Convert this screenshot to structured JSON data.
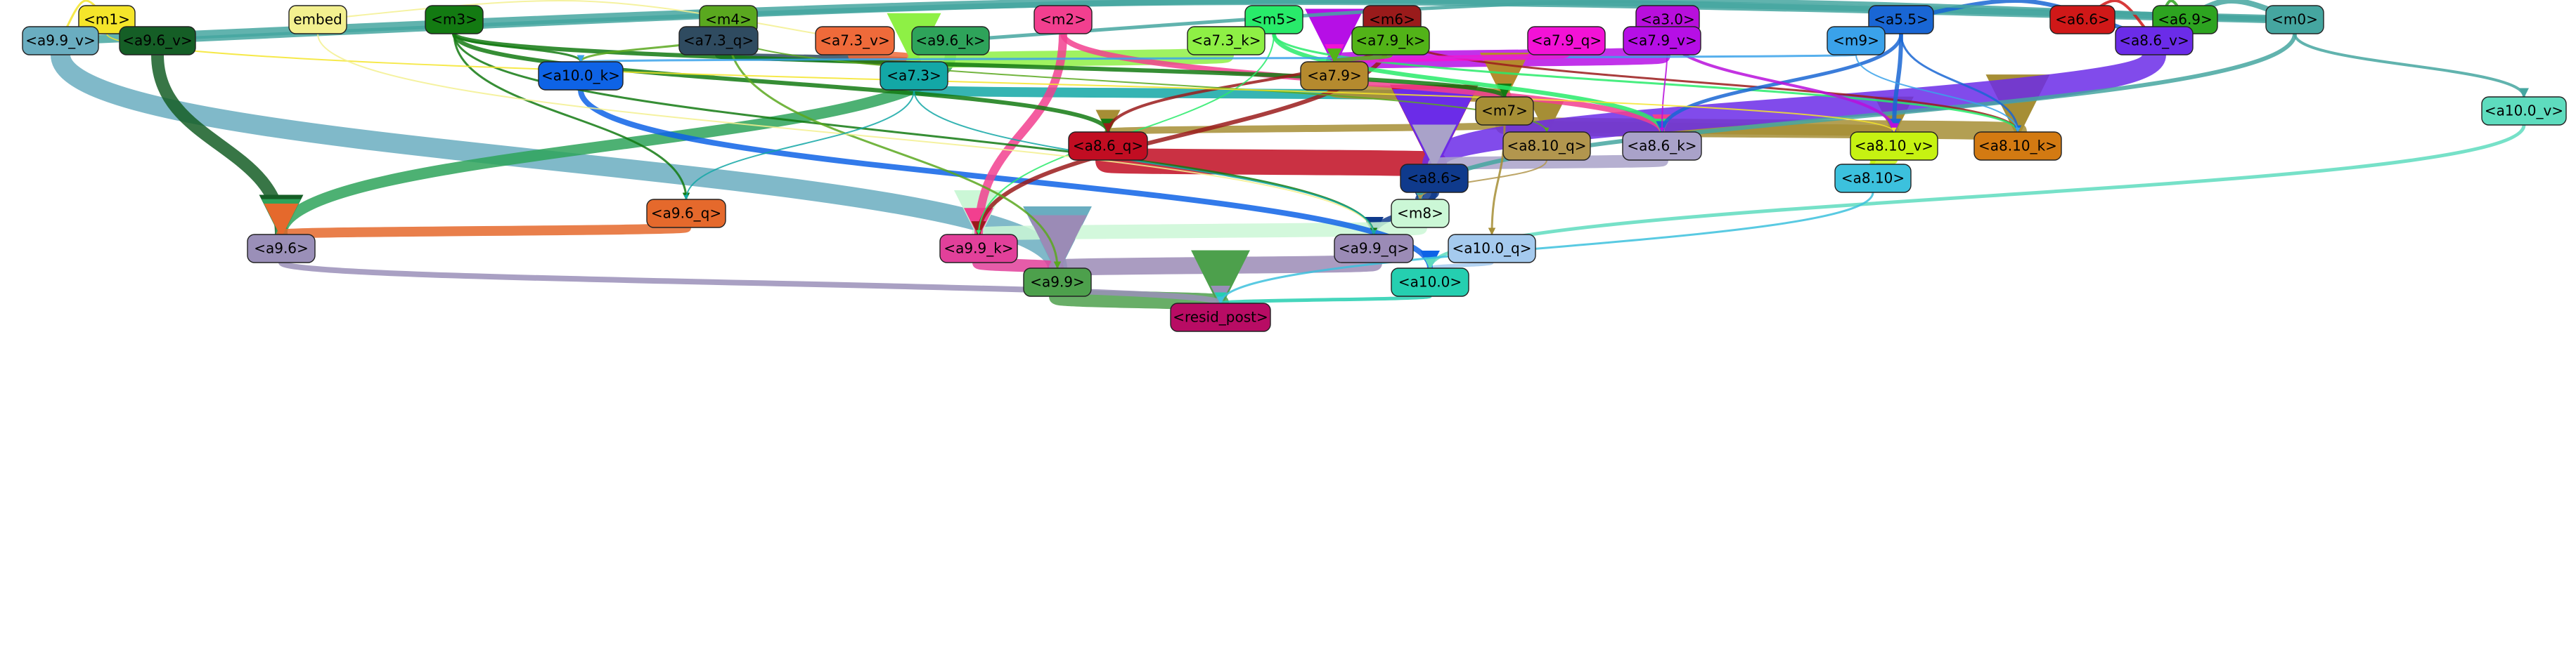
{
  "nodes": [
    {
      "id": "m1",
      "label": "<m1>",
      "fill": "#f5e52a",
      "text": "#000000"
    },
    {
      "id": "embed",
      "label": "embed",
      "fill": "#f3f08f",
      "text": "#000000"
    },
    {
      "id": "m3",
      "label": "<m3>",
      "fill": "#137a12",
      "text": "#000000"
    },
    {
      "id": "m4",
      "label": "<m4>",
      "fill": "#5aa81f",
      "text": "#000000"
    },
    {
      "id": "m2",
      "label": "<m2>",
      "fill": "#f23f8f",
      "text": "#000000"
    },
    {
      "id": "m5",
      "label": "<m5>",
      "fill": "#28eb6a",
      "text": "#000000"
    },
    {
      "id": "m6",
      "label": "<m6>",
      "fill": "#9a1b1b",
      "text": "#000000"
    },
    {
      "id": "a3_0",
      "label": "<a3.0>",
      "fill": "#b80fdc",
      "text": "#000000"
    },
    {
      "id": "a5_5",
      "label": "<a5.5>",
      "fill": "#1966d4",
      "text": "#000000"
    },
    {
      "id": "a6_6",
      "label": "<a6.6>",
      "fill": "#d01818",
      "text": "#000000"
    },
    {
      "id": "a6_9",
      "label": "<a6.9>",
      "fill": "#2da420",
      "text": "#000000"
    },
    {
      "id": "m0",
      "label": "<m0>",
      "fill": "#45a6a0",
      "text": "#000000"
    },
    {
      "id": "a9_9_v",
      "label": "<a9.9_v>",
      "fill": "#6aadc0",
      "text": "#000000"
    },
    {
      "id": "a9_6_v",
      "label": "<a9.6_v>",
      "fill": "#155e26",
      "text": "#000000"
    },
    {
      "id": "a7_3_q",
      "label": "<a7.3_q>",
      "fill": "#2f4b60",
      "text": "#000000"
    },
    {
      "id": "a7_3_v",
      "label": "<a7.3_v>",
      "fill": "#ef6a3a",
      "text": "#000000"
    },
    {
      "id": "a9_6_k",
      "label": "<a9.6_k>",
      "fill": "#2ea35a",
      "text": "#000000"
    },
    {
      "id": "a7_3_k",
      "label": "<a7.3_k>",
      "fill": "#8ef045",
      "text": "#000000"
    },
    {
      "id": "a7_9_k",
      "label": "<a7.9_k>",
      "fill": "#52b318",
      "text": "#000000"
    },
    {
      "id": "a7_9_q",
      "label": "<a7.9_q>",
      "fill": "#f312d6",
      "text": "#000000"
    },
    {
      "id": "a7_9_v",
      "label": "<a7.9_v>",
      "fill": "#b60fe6",
      "text": "#000000"
    },
    {
      "id": "m9",
      "label": "<m9>",
      "fill": "#3aa2ea",
      "text": "#000000"
    },
    {
      "id": "a8_6_v",
      "label": "<a8.6_v>",
      "fill": "#6b2ce8",
      "text": "#000000"
    },
    {
      "id": "a10_0_k",
      "label": "<a10.0_k>",
      "fill": "#0e63e6",
      "text": "#000000"
    },
    {
      "id": "a7_3",
      "label": "<a7.3>",
      "fill": "#13a7a6",
      "text": "#000000"
    },
    {
      "id": "a7_9",
      "label": "<a7.9>",
      "fill": "#b58a2e",
      "text": "#000000"
    },
    {
      "id": "m7",
      "label": "<m7>",
      "fill": "#a68e35",
      "text": "#000000"
    },
    {
      "id": "a10_0_v",
      "label": "<a10.0_v>",
      "fill": "#5edcbe",
      "text": "#000000"
    },
    {
      "id": "a8_6_q",
      "label": "<a8.6_q>",
      "fill": "#c10d22",
      "text": "#000000"
    },
    {
      "id": "a8_10_q",
      "label": "<a8.10_q>",
      "fill": "#b2964e",
      "text": "#000000"
    },
    {
      "id": "a8_6_k",
      "label": "<a8.6_k>",
      "fill": "#a9a2c9",
      "text": "#000000"
    },
    {
      "id": "a8_10_v",
      "label": "<a8.10_v>",
      "fill": "#c6f212",
      "text": "#000000"
    },
    {
      "id": "a8_10_k",
      "label": "<a8.10_k>",
      "fill": "#d37a12",
      "text": "#000000"
    },
    {
      "id": "a8_6",
      "label": "<a8.6>",
      "fill": "#0f3a8c",
      "text": "#000000"
    },
    {
      "id": "a8_10",
      "label": "<a8.10>",
      "fill": "#3cc1dd",
      "text": "#000000"
    },
    {
      "id": "a9_6_q",
      "label": "<a9.6_q>",
      "fill": "#e5692c",
      "text": "#000000"
    },
    {
      "id": "m8",
      "label": "<m8>",
      "fill": "#cbf7d6",
      "text": "#000000"
    },
    {
      "id": "a9_6",
      "label": "<a9.6>",
      "fill": "#9a8fb8",
      "text": "#000000"
    },
    {
      "id": "a9_9_k",
      "label": "<a9.9_k>",
      "fill": "#e2409a",
      "text": "#000000"
    },
    {
      "id": "a9_9_q",
      "label": "<a9.9_q>",
      "fill": "#9b8bb6",
      "text": "#000000"
    },
    {
      "id": "a10_0_q",
      "label": "<a10.0_q>",
      "fill": "#a5caee",
      "text": "#000000"
    },
    {
      "id": "a9_9",
      "label": "<a9.9>",
      "fill": "#4da04c",
      "text": "#000000"
    },
    {
      "id": "a10_0",
      "label": "<a10.0>",
      "fill": "#25cfb0",
      "text": "#000000"
    },
    {
      "id": "resid_post",
      "label": "<resid_post>",
      "fill": "#b80c64",
      "text": "#000000"
    }
  ],
  "edges": [
    {
      "from": "a9_9_v",
      "to": "a9_9",
      "color": "#6aadc0",
      "weight": 28
    },
    {
      "from": "a9_6_v",
      "to": "a9_6",
      "color": "#155e26",
      "weight": 18
    },
    {
      "from": "a9_6_k",
      "to": "a9_6",
      "color": "#2ea35a",
      "weight": 16
    },
    {
      "from": "a9_6_q",
      "to": "a9_6",
      "color": "#e5692c",
      "weight": 14
    },
    {
      "from": "a7_3_q",
      "to": "a7_3",
      "color": "#2f4b60",
      "weight": 10
    },
    {
      "from": "a7_3_v",
      "to": "a7_3",
      "color": "#ef6a3a",
      "weight": 20
    },
    {
      "from": "a7_3_k",
      "to": "a7_3",
      "color": "#8ef045",
      "weight": 22
    },
    {
      "from": "a7_3",
      "to": "m7",
      "color": "#13a7a6",
      "weight": 14
    },
    {
      "from": "a7_9_v",
      "to": "a7_9",
      "color": "#b60fe6",
      "weight": 24
    },
    {
      "from": "a7_9",
      "to": "m7",
      "color": "#b58a2e",
      "weight": 20
    },
    {
      "from": "m7",
      "to": "a8_10_k",
      "color": "#a68e35",
      "weight": 26
    },
    {
      "from": "m7",
      "to": "a8_10_v",
      "color": "#a68e35",
      "weight": 16
    },
    {
      "from": "m7",
      "to": "a8_10_q",
      "color": "#a68e35",
      "weight": 14
    },
    {
      "from": "m7",
      "to": "a8_6_q",
      "color": "#a68e35",
      "weight": 10
    },
    {
      "from": "a8_6_q",
      "to": "a8_6",
      "color": "#c10d22",
      "weight": 36
    },
    {
      "from": "a8_6_v",
      "to": "a8_6",
      "color": "#6b2ce8",
      "weight": 34
    },
    {
      "from": "a8_6_k",
      "to": "a8_6",
      "color": "#a9a2c9",
      "weight": 18
    },
    {
      "from": "a8_6",
      "to": "m8",
      "color": "#0f3a8c",
      "weight": 14
    },
    {
      "from": "a8_6",
      "to": "a9_9_q",
      "color": "#0f3a8c",
      "weight": 8
    },
    {
      "from": "m8",
      "to": "a9_9_k",
      "color": "#cbf7d6",
      "weight": 20
    },
    {
      "from": "a9_9_k",
      "to": "a9_9",
      "color": "#e2409a",
      "weight": 18
    },
    {
      "from": "a9_9_q",
      "to": "a9_9",
      "color": "#9b8bb6",
      "weight": 24
    },
    {
      "from": "a9_9",
      "to": "resid_post",
      "color": "#4da04c",
      "weight": 24
    },
    {
      "from": "a9_6",
      "to": "resid_post",
      "color": "#9a8fb8",
      "weight": 8
    },
    {
      "from": "a10_0",
      "to": "resid_post",
      "color": "#25cfb0",
      "weight": 5
    },
    {
      "from": "a10_0_q",
      "to": "a10_0",
      "color": "#a5caee",
      "weight": 5
    },
    {
      "from": "a10_0_k",
      "to": "a10_0",
      "color": "#0e63e6",
      "weight": 8
    },
    {
      "from": "a10_0_v",
      "to": "a10_0",
      "color": "#5edcbe",
      "weight": 5
    },
    {
      "from": "a8_10",
      "to": "resid_post",
      "color": "#3cc1dd",
      "weight": 3
    },
    {
      "from": "a8_10_v",
      "to": "a8_10",
      "color": "#c6f212",
      "weight": 10
    },
    {
      "from": "m2",
      "to": "a9_9_k",
      "color": "#f23f8f",
      "weight": 12
    },
    {
      "from": "m2",
      "to": "a8_6_k",
      "color": "#f23f8f",
      "weight": 8
    },
    {
      "from": "m0",
      "to": "a9_9_v",
      "color": "#45a6a0",
      "weight": 12
    },
    {
      "from": "m0",
      "to": "a9_6_v",
      "color": "#45a6a0",
      "weight": 8
    },
    {
      "from": "m0",
      "to": "a8_6_v",
      "color": "#45a6a0",
      "weight": 8
    },
    {
      "from": "m0",
      "to": "a10_0_v",
      "color": "#45a6a0",
      "weight": 4
    },
    {
      "from": "m0",
      "to": "m8",
      "color": "#45a6a0",
      "weight": 6
    },
    {
      "from": "m3",
      "to": "a8_6_q",
      "color": "#137a12",
      "weight": 6
    },
    {
      "from": "m3",
      "to": "m7",
      "color": "#137a12",
      "weight": 6
    },
    {
      "from": "m3",
      "to": "a9_6_q",
      "color": "#137a12",
      "weight": 3
    },
    {
      "from": "m3",
      "to": "a9_9_q",
      "color": "#137a12",
      "weight": 3
    },
    {
      "from": "m3",
      "to": "a10_0_k",
      "color": "#137a12",
      "weight": 3
    },
    {
      "from": "m6",
      "to": "a9_9_k",
      "color": "#9a1b1b",
      "weight": 6
    },
    {
      "from": "m6",
      "to": "a8_6_q",
      "color": "#9a1b1b",
      "weight": 4
    },
    {
      "from": "m6",
      "to": "a8_10_k",
      "color": "#9a1b1b",
      "weight": 3
    },
    {
      "from": "m5",
      "to": "a8_6_k",
      "color": "#28eb6a",
      "weight": 6
    },
    {
      "from": "m5",
      "to": "a9_9_k",
      "color": "#28eb6a",
      "weight": 2
    },
    {
      "from": "m5",
      "to": "a8_10_k",
      "color": "#28eb6a",
      "weight": 3
    },
    {
      "from": "a5_5",
      "to": "a8_10_v",
      "color": "#1966d4",
      "weight": 6
    },
    {
      "from": "a5_5",
      "to": "a8_6_k",
      "color": "#1966d4",
      "weight": 5
    },
    {
      "from": "a5_5",
      "to": "a8_6_v",
      "color": "#1966d4",
      "weight": 6
    },
    {
      "from": "a5_5",
      "to": "a8_10_k",
      "color": "#1966d4",
      "weight": 3
    },
    {
      "from": "a3_0",
      "to": "a8_10_v",
      "color": "#b80fdc",
      "weight": 4
    },
    {
      "from": "a3_0",
      "to": "a8_6_k",
      "color": "#b80fdc",
      "weight": 2
    },
    {
      "from": "a6_6",
      "to": "a8_6_v",
      "color": "#d01818",
      "weight": 4
    },
    {
      "from": "a6_9",
      "to": "a8_6_v",
      "color": "#2da420",
      "weight": 4
    },
    {
      "from": "m4",
      "to": "a10_0_k",
      "color": "#5aa81f",
      "weight": 3
    },
    {
      "from": "m4",
      "to": "a9_9",
      "color": "#5aa81f",
      "weight": 3
    },
    {
      "from": "m4",
      "to": "a8_10_q",
      "color": "#5aa81f",
      "weight": 2
    },
    {
      "from": "m1",
      "to": "a9_9_v",
      "color": "#f5e52a",
      "weight": 3
    },
    {
      "from": "m1",
      "to": "a8_10_v",
      "color": "#f5e52a",
      "weight": 2
    },
    {
      "from": "embed",
      "to": "a7_3_v",
      "color": "#f3f08f",
      "weight": 2
    },
    {
      "from": "embed",
      "to": "a9_9_q",
      "color": "#f3f08f",
      "weight": 2
    },
    {
      "from": "m9",
      "to": "a10_0_k",
      "color": "#3aa2ea",
      "weight": 3
    },
    {
      "from": "m9",
      "to": "a8_10_k",
      "color": "#3aa2ea",
      "weight": 2
    },
    {
      "from": "a7_9_q",
      "to": "a7_9",
      "color": "#f312d6",
      "weight": 8
    },
    {
      "from": "a7_9_k",
      "to": "a7_9",
      "color": "#52b318",
      "weight": 6
    },
    {
      "from": "m7",
      "to": "a10_0_q",
      "color": "#a68e35",
      "weight": 3
    },
    {
      "from": "a7_3",
      "to": "a9_6_q",
      "color": "#13a7a6",
      "weight": 2
    },
    {
      "from": "a7_3",
      "to": "a9_9_q",
      "color": "#13a7a6",
      "weight": 2
    },
    {
      "from": "a8_10_q",
      "to": "m8",
      "color": "#b2964e",
      "weight": 2
    },
    {
      "from": "m0",
      "to": "a9_6_k",
      "color": "#45a6a0",
      "weight": 5
    }
  ]
}
